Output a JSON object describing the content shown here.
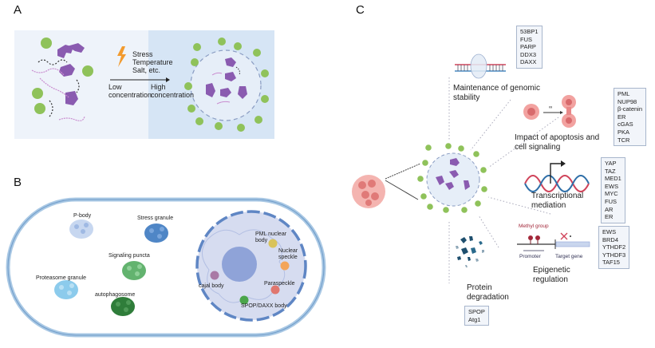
{
  "panels": {
    "a": {
      "letter": "A",
      "triggers": [
        "Stress",
        "Temperature",
        "Salt, etc."
      ],
      "left_label": [
        "Low",
        "concentration"
      ],
      "right_label": [
        "High",
        "concentration"
      ]
    },
    "b": {
      "letter": "B",
      "cytoplasm_condensates": [
        {
          "label": "P-body",
          "color": "#9fb9e3"
        },
        {
          "label": "Stress granule",
          "color": "#4f86c6"
        },
        {
          "label": "Signaling puncta",
          "color": "#63b36f"
        },
        {
          "label": "Proteasome granule",
          "color": "#8ccbec"
        },
        {
          "label": "autophagosome",
          "color": "#2f7d3a"
        }
      ],
      "nuclear_condensates": [
        {
          "label": "PML nuclear body",
          "color": "#d9c35a"
        },
        {
          "label": "Nuclear speckle",
          "color": "#f3a55a"
        },
        {
          "label": "cajal body",
          "color": "#a97aa6"
        },
        {
          "label": "Paraspeckle",
          "color": "#e0776f"
        },
        {
          "label": "SPOP/DAXX body",
          "color": "#4aa54a"
        }
      ]
    },
    "c": {
      "letter": "C",
      "functions": [
        {
          "title": [
            "Maintenance of genomic",
            "stability"
          ],
          "proteins": [
            "53BP1",
            "FUS",
            "PARP",
            "DDX3",
            "DAXX"
          ]
        },
        {
          "title": [
            "Impact of apoptosis and",
            "cell signaling"
          ],
          "proteins": [
            "PML",
            "NUP98",
            "β-catenin",
            "ER",
            "cGAS",
            "PKA",
            "TCR"
          ]
        },
        {
          "title": [
            "Transcriptional",
            "mediation"
          ],
          "proteins": [
            "YAP",
            "TAZ",
            "MED1",
            "EWS",
            "MYC",
            "FUS",
            "AR",
            "ER"
          ]
        },
        {
          "title": [
            "Epigenetic",
            "regulation"
          ],
          "proteins": [
            "EWS",
            "BRD4",
            "YTHDF2",
            "YTHDF3",
            "TAF15"
          ]
        },
        {
          "title": [
            "Protein",
            "degradation"
          ],
          "proteins": [
            "SPOP",
            "Atg1"
          ]
        }
      ],
      "epigenetic_labels": {
        "methyl": "Methyl group",
        "promoter": "Promoter",
        "target": "Target gene"
      },
      "apoptosis_arrow_symbol": "∞"
    }
  },
  "colors": {
    "condensate_purple": "#8a5bb0",
    "condensate_green": "#8fc25a",
    "droplet_fill": "#e6eef8",
    "panel_a_left_bg": "#eef3fa",
    "panel_a_right_bg": "#d6e5f5",
    "cell_membrane": "#a9c8e4",
    "nucleus_fill": "#d6dcf0",
    "nucleolus": "#8fa3d8",
    "tumor_pink": "#ec8a8a",
    "bolt_orange": "#f29a2e"
  }
}
